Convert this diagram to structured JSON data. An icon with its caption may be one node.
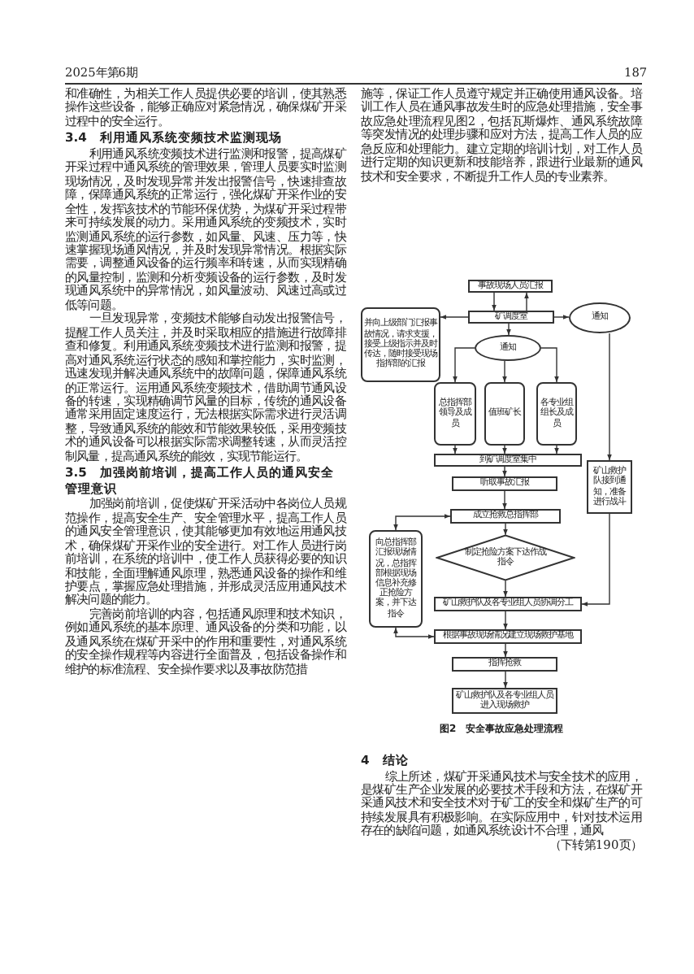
{
  "diagram": {
    "caption": "图2　安全事故应急处理流程",
    "nodes": [
      {
        "text": [
          "事故现场人员汇报"
        ]
      },
      {
        "text": [
          "矿调度室"
        ]
      },
      {
        "text": [
          "并向上级部门汇报事故情况，请求支援，接受上级指示并及时传达，随时接受现场指挥部的汇报"
        ]
      },
      {
        "text": [
          "通知"
        ]
      },
      {
        "text": [
          "通知"
        ]
      },
      {
        "text": [
          "总指挥部领导及成员"
        ]
      },
      {
        "text": [
          "值班矿长"
        ]
      },
      {
        "text": [
          "各专业组组长及成员"
        ]
      },
      {
        "text": [
          "到矿调度室集中"
        ]
      },
      {
        "text": [
          "听取事故汇报"
        ]
      },
      {
        "text": [
          "成立抢救总指挥部"
        ]
      },
      {
        "text": [
          "向总指挥部汇报现场情况，总指挥部根据现场信息补充修正抢险方案，并下达指令"
        ]
      },
      {
        "text": [
          "制定抢险方案下达作战指令"
        ]
      },
      {
        "text": [
          "矿山救护队接到通知，准备进行战斗"
        ]
      },
      {
        "text": [
          "矿山救护队及各专业组人员协调分工"
        ]
      },
      {
        "text": [
          "根据事故现场情况建立现场救护基地"
        ]
      },
      {
        "text": [
          "指挥抢救"
        ]
      },
      {
        "text": [
          "矿山救护队及各专业组人员进入现场救护"
        ]
      }
    ],
    "edges": [
      {
        "from": 0,
        "to": 1,
        "arrow": "to"
      },
      {
        "from": 1,
        "to": 0,
        "arrow": "to"
      },
      {
        "from": 1,
        "to": 2,
        "arrow": "to"
      },
      {
        "from": 1,
        "to": 3,
        "arrow": "to"
      },
      {
        "from": 1,
        "to": 4,
        "arrow": "to"
      },
      {
        "from": 4,
        "to": 5,
        "arrow": "to"
      },
      {
        "from": 4,
        "to": 6,
        "arrow": "to"
      },
      {
        "from": 4,
        "to": 7,
        "arrow": "to"
      },
      {
        "from": 5,
        "to": 8,
        "arrow": "to"
      },
      {
        "from": 6,
        "to": 8,
        "arrow": "to"
      },
      {
        "from": 7,
        "to": 8,
        "arrow": "to"
      },
      {
        "from": 8,
        "to": 9,
        "arrow": "to"
      },
      {
        "from": 9,
        "to": 10,
        "arrow": "to"
      },
      {
        "from": 10,
        "to": 12,
        "arrow": "to"
      },
      {
        "from": 12,
        "to": 14,
        "arrow": "to"
      },
      {
        "from": 3,
        "to": 13,
        "arrow": "to"
      },
      {
        "from": 13,
        "to": 14,
        "arrow": "to"
      },
      {
        "from": 14,
        "to": 15,
        "arrow": "to"
      },
      {
        "from": 15,
        "to": 16,
        "arrow": "to"
      },
      {
        "from": 16,
        "to": 17,
        "arrow": "to"
      },
      {
        "from": 11,
        "to": 10,
        "arrow": "both"
      },
      {
        "from": 11,
        "to": 15,
        "arrow": "both"
      }
    ],
    "labels": [
      "2025年第6期",
      "187",
      "和准确性，为相关工作人员提供必要的培训，使其熟悉操作这些设备，能够正确应对紧急情况，确保煤矿开采过程中的安全运行。",
      "3.4　利用通风系统变频技术监测现场",
      "利用通风系统变频技术进行监测和报警，提高煤矿开采过程中通风系统的管理效果，管理人员要实时监测现场情况，及时发现异常并发出报警信号，快速排查故障，保障通风系统的正常运行，强化煤矿开采作业的安全性，发挥该技术的节能环保优势，为煤矿开采过程带来可持续发展的动力。采用通风系统的变频技术，实时监测通风系统的运行参数，如风量、风速、压力等，快速掌握现场通风情况，并及时发现异常情况。根据实际需要，调整通风设备的运行频率和转速，从而实现精确的风量控制，监测和分析变频设备的运行参数，及时发现通风系统中的异常情况，如风量波动、风速过高或过低等问题。",
      "一旦发现异常，变频技术能够自动发出报警信号，提醒工作人员关注，并及时采取相应的措施进行故障排查和修复。利用通风系统变频技术进行监测和报警，提高对通风系统运行状态的感知和掌控能力，实时监测，迅速发现并解决通风系统中的故障问题，保障通风系统的正常运行。运用通风系统变频技术，借助调节通风设备的转速，实现精确调节风量的目标，传统的通风设备通常采用固定速度运行，无法根据实际需求进行灵活调整，导致通风系统的能效和节能效果较低，采用变频技术的通风设备可以根据实际需求调整转速，从而灵活控制风量，提高通风系统的能效，实现节能运行。",
      "3.5　加强岗前培训，提高工作人员的通风安全管理意识",
      "加强岗前培训，促使煤矿开采活动中各岗位人员规范操作，提高安全生产、安全管理水平，提高工作人员的通风安全管理意识，使其能够更加有效地运用通风技术，确保煤矿开采作业的安全进行。对工作人员进行岗前培训，在系统的培训中，使工作人员获得必要的知识和技能，全面理解通风原理，熟悉通风设备的操作和维护要点，掌握应急处理措施，并形成灵活应用通风技术解决问题的能力。",
      "完善岗前培训的内容，包括通风原理和技术知识，例如通风系统的基本原理、通风设备的分类和功能，以及通风系统在煤矿开采中的作用和重要性，对通风系统的安全操作规程等内容进行全面普及，包括设备操作和维护的标准流程、安全操作要求以及事故防范措",
      "施等，保证工作人员遵守规定并正确使用通风设备。培训工作人员在通风事故发生时的应急处理措施，安全事故应急处理流程见图2，包括瓦斯爆炸、通风系统故障等突发情况的处理步骤和应对方法，提高工作人员的应急反应和处理能力。建立定期的培训计划，对工作人员进行定期的知识更新和技能培养，跟进行业最新的通风技术和安全要求，不断提升工作人员的专业素养。",
      "4　结论",
      "综上所述，煤矿开采通风技术与安全技术的应用，是煤矿生产企业发展的必要技术手段和方法，在煤矿开采通风技术和安全技术对于矿工的安全和煤矿生产的可持续发展具有积极影响。在实际应用中，针对技术运用存在的缺陷问题，如通风系统设计不合理，通风",
      "（下转第190页）"
    ]
  }
}
